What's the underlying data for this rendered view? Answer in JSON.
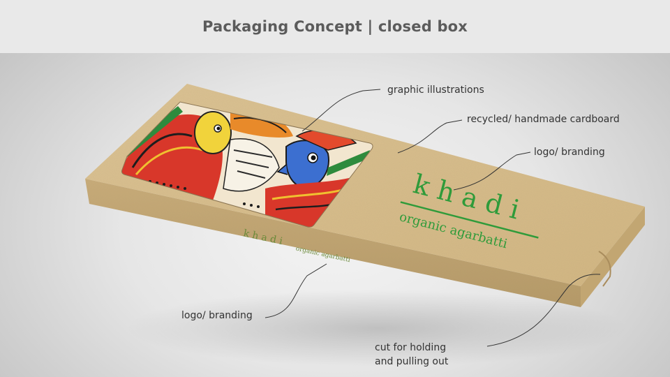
{
  "header": {
    "title": "Packaging Concept | closed box"
  },
  "box": {
    "logo_word": "k h a d i",
    "logo_sub": "organic agarbatti",
    "side_word": "k h a d i",
    "side_sub": "organic agarbatti",
    "colors": {
      "cardboard": "#d6bb8a",
      "cardboard_dark": "#b89d6e",
      "logo_green": "#2f9b3a"
    }
  },
  "annotations": {
    "graphic_illustrations": "graphic illustrations",
    "recycled_cardboard": "recycled/ handmade  cardboard",
    "logo_branding_top": "logo/ branding",
    "logo_branding_side": "logo/ branding",
    "cut_for_holding": "cut for holding\nand pulling out"
  }
}
